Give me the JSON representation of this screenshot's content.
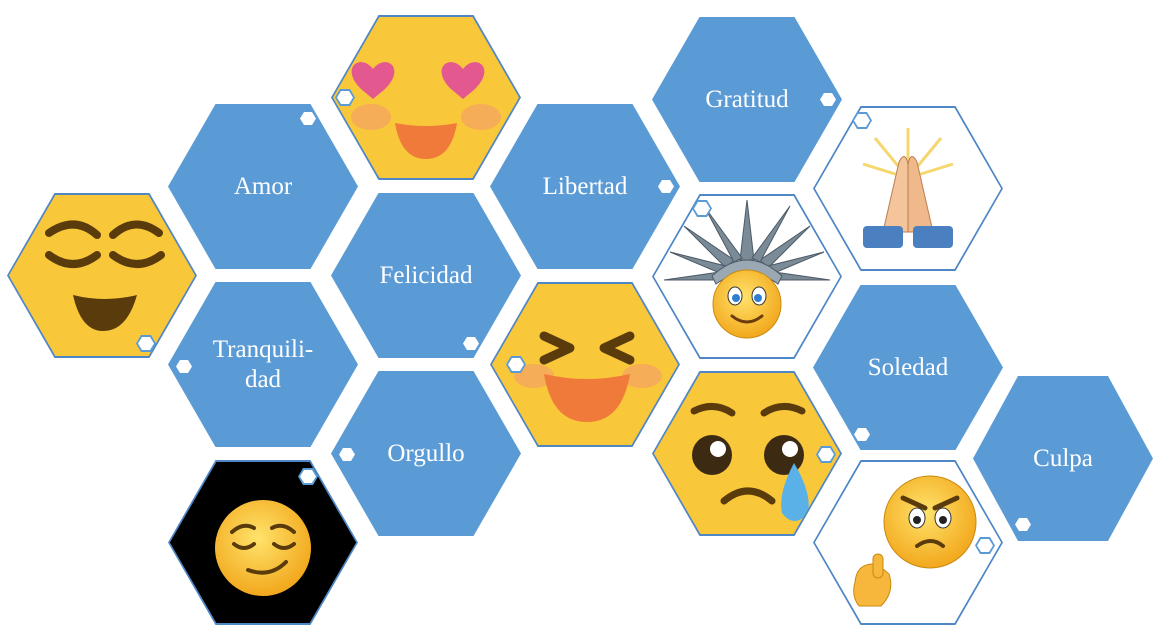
{
  "words": {
    "amor": "Amor",
    "felicidad": "Felicidad",
    "tranquilidad_1": "Tranquili-",
    "tranquilidad_2": "dad",
    "orgullo": "Orgullo",
    "libertad": "Libertad",
    "gratitud": "Gratitud",
    "soledad": "Soledad",
    "culpa": "Culpa"
  },
  "colors": {
    "hex_fill": "#5b9bd5",
    "hex_border": "#4f86c6",
    "text": "#ffffff",
    "emoji_yellow": "#f7c234"
  },
  "icons": {
    "love": "heart-eyes-emoji-icon",
    "calm": "relieved-face-emoji-icon",
    "pride": "smirking-face-emoji-icon",
    "laugh": "laughing-face-emoji-icon",
    "liberty": "statue-of-liberty-smiley-icon",
    "gratitude": "praying-hands-emoji-icon",
    "sad": "crying-face-emoji-icon",
    "guilt": "pointing-angry-smiley-icon"
  }
}
